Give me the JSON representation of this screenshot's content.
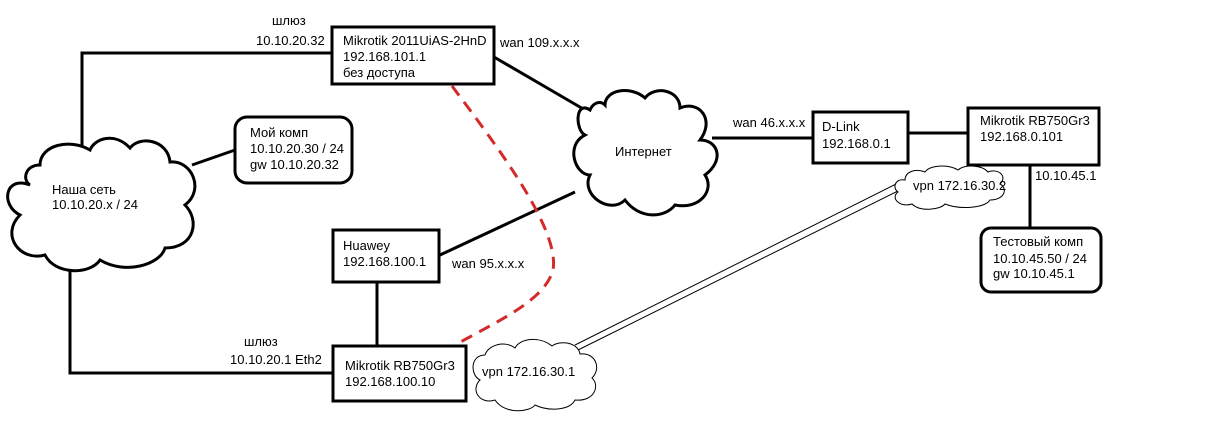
{
  "diagram": {
    "nodes": {
      "our_net": {
        "lines": [
          "Наша сеть",
          "10.10.20.x / 24"
        ]
      },
      "my_pc": {
        "lines": [
          "Мой комп",
          "10.10.20.30 / 24",
          "gw 10.10.20.32"
        ]
      },
      "mikrotik_2011": {
        "lines": [
          "Mikrotik 2011UiAS-2HnD",
          "192.168.101.1",
          "без доступа"
        ]
      },
      "internet": {
        "lines": [
          "Интернет"
        ]
      },
      "huawey": {
        "lines": [
          "Huawey",
          "192.168.100.1"
        ]
      },
      "mikrotik_rb_local": {
        "lines": [
          "Mikrotik RB750Gr3",
          "192.168.100.10"
        ]
      },
      "vpn1": {
        "lines": [
          "vpn 172.16.30.1"
        ]
      },
      "dlink": {
        "lines": [
          "D-Link",
          "192.168.0.1"
        ]
      },
      "mikrotik_rb_remote": {
        "lines": [
          "Mikrotik RB750Gr3",
          "192.168.0.101"
        ]
      },
      "vpn2": {
        "lines": [
          "vpn 172.16.30.2"
        ]
      },
      "test_pc": {
        "lines": [
          "Тестовый комп",
          "10.10.45.50 / 24",
          "gw 10.10.45.1"
        ]
      }
    },
    "labels": {
      "gw_top_title": "шлюз",
      "gw_top_ip": "10.10.20.32",
      "wan_mikrotik": "wan 109.x.x.x",
      "wan_dlink": "wan 46.x.x.x",
      "wan_huawey": "wan 95.x.x.x",
      "gw_bottom_title": "шлюз",
      "gw_bottom_ip": "10.10.20.1 Eth2",
      "remote_lan_ip": "10.10.45.1"
    },
    "colors": {
      "line": "#000000",
      "dashed_link": "#d42a2a"
    }
  }
}
